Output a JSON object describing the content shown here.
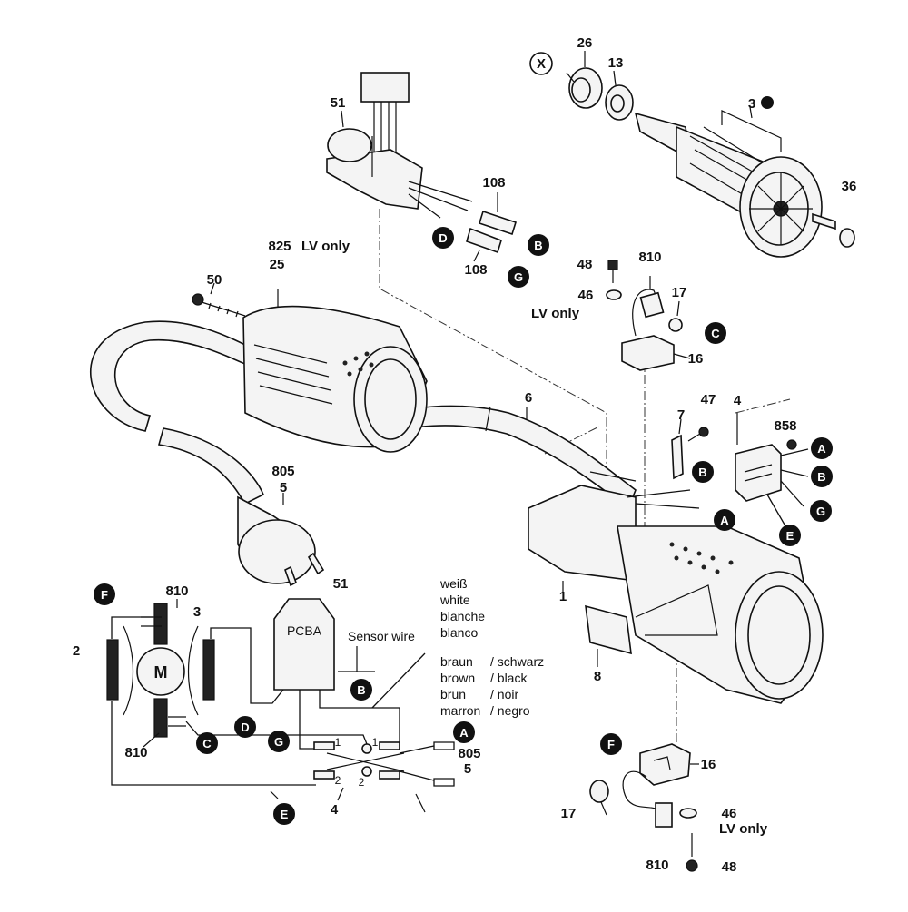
{
  "part_numbers": {
    "p26": "26",
    "p13": "13",
    "p3_top": "3",
    "p36": "36",
    "p51_top": "51",
    "p108_a": "108",
    "p108_b": "108",
    "p825_top": "825",
    "lv_only_top": "LV only",
    "p25": "25",
    "p50": "50",
    "p48_top": "48",
    "p810_top": "810",
    "p46_top": "46",
    "lv_only_mid": "LV only",
    "p17_top": "17",
    "p16_top": "16",
    "p6": "6",
    "p47": "47",
    "p7": "7",
    "p4_top": "4",
    "p858": "858",
    "p805_top": "805",
    "p5_top": "5",
    "p1": "1",
    "p8": "8",
    "p51_bottom": "51",
    "p3_bottom": "3",
    "p810_left_top": "810",
    "p2": "2",
    "p810_left_bottom": "810",
    "p805_bottom": "805",
    "p5_bottom": "5",
    "p4_bottom": "4",
    "p16_bottom": "16",
    "p17_bottom": "17",
    "p46_bottom": "46",
    "lv_only_bottom": "LV only",
    "p810_bottom": "810",
    "p48_bottom": "48"
  },
  "callouts": {
    "x": "X",
    "a": "A",
    "b": "B",
    "c": "C",
    "d": "D",
    "e": "E",
    "f": "F",
    "g": "G"
  },
  "schematic": {
    "pcba": "PCBA",
    "motor": "M",
    "sensor_wire": "Sensor wire",
    "terminal_1a": "1",
    "terminal_1b": "1",
    "terminal_2a": "2",
    "terminal_2b": "2",
    "color_white_lines": [
      "weiß",
      "white",
      "blanche",
      "blanco"
    ],
    "color_brown_lines": [
      "braun",
      "brown",
      "brun",
      "marron"
    ],
    "color_black_lines": [
      "/ schwarz",
      "/ black",
      "/ noir",
      "/ negro"
    ]
  }
}
